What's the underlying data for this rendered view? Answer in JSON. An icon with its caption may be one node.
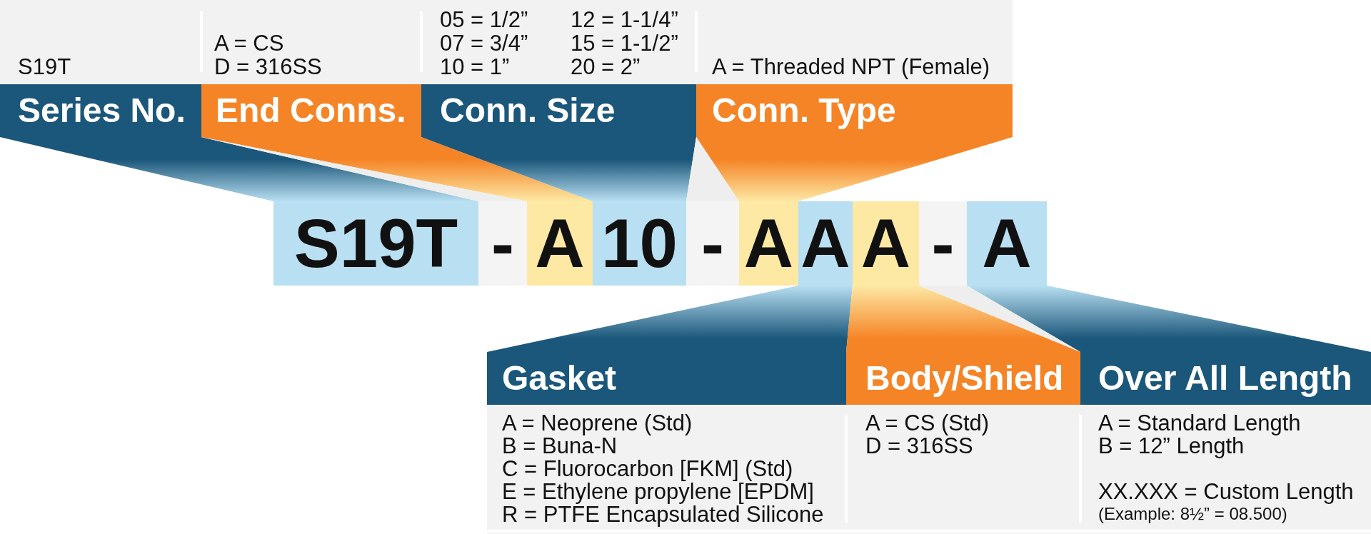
{
  "diagram": {
    "nodes": [
      {
        "text": [
          "S19T"
        ]
      },
      {
        "text": [
          "A = CS",
          "D = 316SS"
        ]
      },
      {
        "text": [
          "05 = 1/2”",
          "07 = 3/4”",
          "10 = 1”",
          "12 = 1-1/4”",
          "15 = 1-1/2”",
          "20 = 2”"
        ]
      },
      {
        "text": [
          "A = Threaded NPT (Female)"
        ]
      },
      {
        "text": [
          "Series No."
        ]
      },
      {
        "text": [
          "End Conns."
        ]
      },
      {
        "text": [
          "Conn. Size"
        ]
      },
      {
        "text": [
          "Conn. Type"
        ]
      },
      {
        "text": [
          "S19T"
        ]
      },
      {
        "text": [
          "-"
        ]
      },
      {
        "text": [
          "A"
        ]
      },
      {
        "text": [
          "10"
        ]
      },
      {
        "text": [
          "-"
        ]
      },
      {
        "text": [
          "A"
        ]
      },
      {
        "text": [
          "A"
        ]
      },
      {
        "text": [
          "A"
        ]
      },
      {
        "text": [
          "-"
        ]
      },
      {
        "text": [
          "A"
        ]
      },
      {
        "text": [
          "Gasket"
        ]
      },
      {
        "text": [
          "Body/Shield"
        ]
      },
      {
        "text": [
          "Over All Length"
        ]
      },
      {
        "text": [
          "A = Neoprene (Std)",
          "B = Buna-N",
          "C = Fluorocarbon [FKM] (Std)",
          "E = Ethylene propylene [EPDM]",
          "R = PTFE Encapsulated Silicone"
        ]
      },
      {
        "text": [
          "A = CS (Std)",
          "D = 316SS"
        ]
      },
      {
        "text": [
          "A = Standard Length",
          "B = 12” Length",
          "XX.XXX = Custom Length",
          "(Example: 8½” = 08.500)"
        ]
      },
      {
        "text": [],
        "shape": "triangle"
      },
      {
        "text": [],
        "shape": "triangle"
      },
      {
        "text": [],
        "shape": "triangle"
      }
    ],
    "edges": [
      {
        "from": 4,
        "to": 8,
        "arrow": "none"
      },
      {
        "from": 5,
        "to": 10,
        "arrow": "none",
        "color": "#f58426"
      },
      {
        "from": 6,
        "to": 11,
        "arrow": "none"
      },
      {
        "from": 7,
        "to": 13,
        "arrow": "none",
        "color": "#f58426"
      },
      {
        "from": 18,
        "to": 14,
        "arrow": "none"
      },
      {
        "from": 19,
        "to": 15,
        "arrow": "none",
        "color": "#f58426"
      },
      {
        "from": 20,
        "to": 17,
        "arrow": "none"
      }
    ]
  }
}
